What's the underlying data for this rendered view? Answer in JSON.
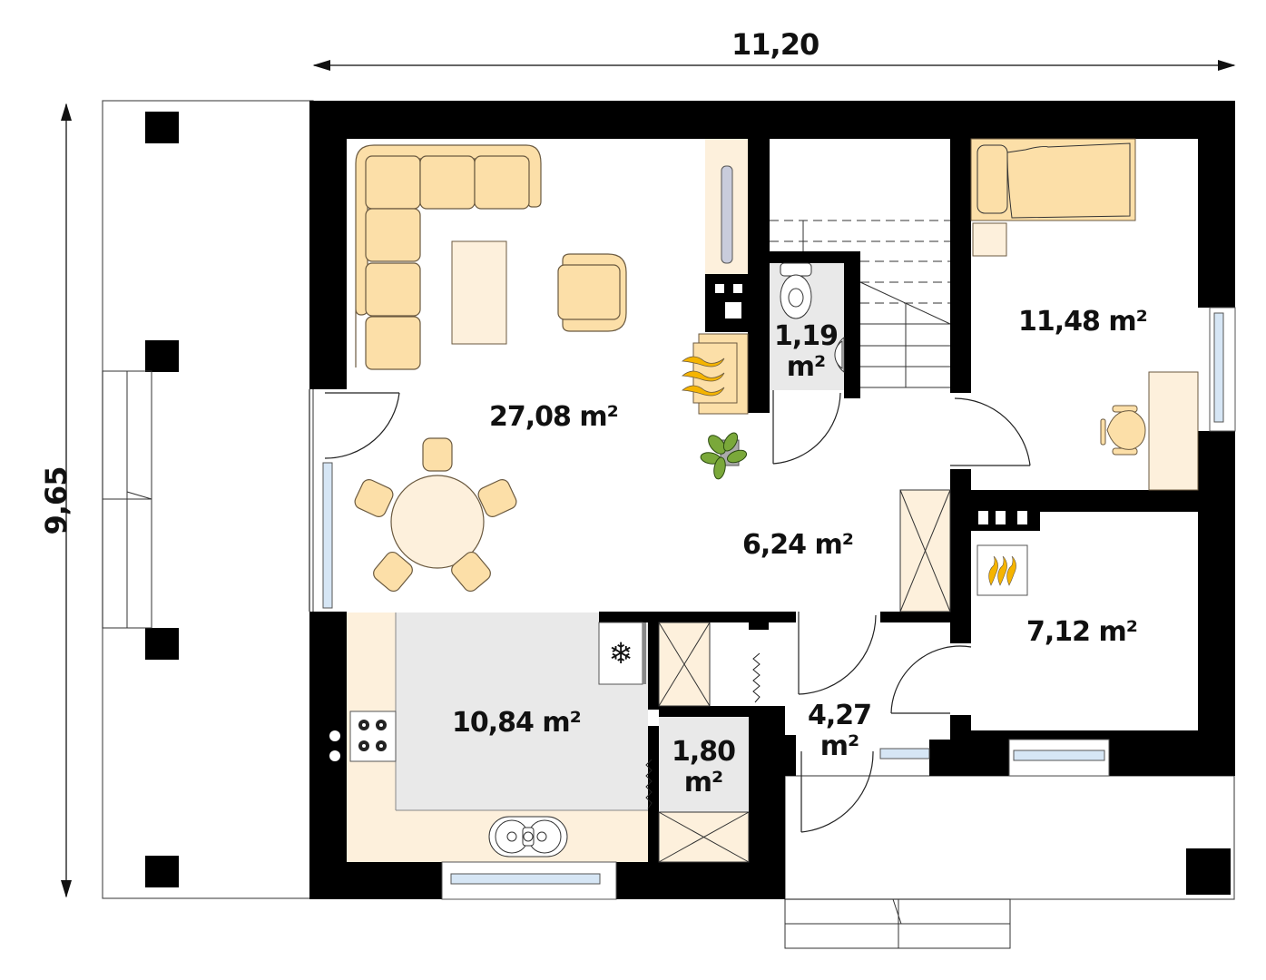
{
  "dimensions": {
    "width_label": "11,20",
    "height_label": "9,65"
  },
  "rooms": [
    {
      "id": "living-dining",
      "area": "27,08 m²"
    },
    {
      "id": "wc",
      "area_num": "1,19",
      "area_unit": "m²"
    },
    {
      "id": "bedroom",
      "area": "11,48 m²"
    },
    {
      "id": "hall",
      "area": "6,24 m²"
    },
    {
      "id": "boiler-room",
      "area": "7,12 m²"
    },
    {
      "id": "kitchen",
      "area": "10,84 m²"
    },
    {
      "id": "pantry",
      "area_num": "1,80",
      "area_unit": "m²"
    },
    {
      "id": "vestibule",
      "area_num": "4,27",
      "area_unit": "m²"
    }
  ],
  "colors": {
    "wall": "#000000",
    "furniture_fill": "#fcdfa8",
    "furniture_light": "#fdf0dc",
    "floor_tile": "#e8e8e8",
    "glass": "#d6e6f5",
    "flame": "#f5b400",
    "plant": "#7aa83a"
  },
  "symbols": {
    "stove": "cooktop-icon",
    "fridge": "snowflake-icon",
    "fireplace": "flame-icon",
    "boiler": "flame-icon",
    "plant": "plant-icon"
  }
}
